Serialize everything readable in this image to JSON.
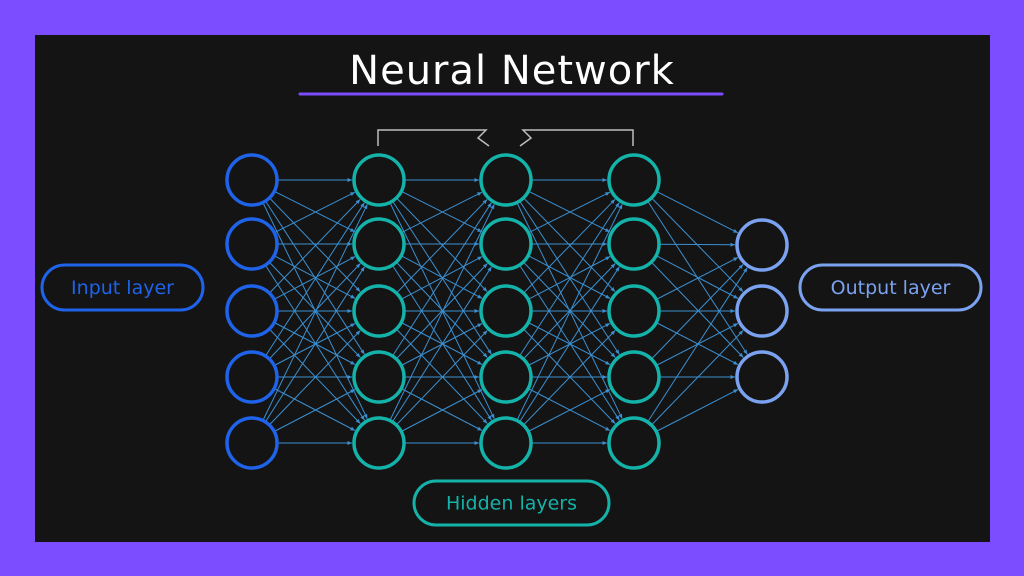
{
  "title": "Neural Network",
  "labels": {
    "input": "Input layer",
    "hidden": "Hidden layers",
    "output": "Output layer"
  },
  "colors": {
    "outer_frame": "#7c4dff",
    "background": "#141414",
    "title_underline": "#7c4dff",
    "input": "#1e63e9",
    "hidden": "#14b3aa",
    "output": "#7ba2f0",
    "edges": "#3b8fd0",
    "bracket": "#bdbdbd"
  },
  "layers": [
    {
      "name": "input",
      "nodes": 5
    },
    {
      "name": "hidden-1",
      "nodes": 5
    },
    {
      "name": "hidden-2",
      "nodes": 5
    },
    {
      "name": "hidden-3",
      "nodes": 5
    },
    {
      "name": "output",
      "nodes": 3
    }
  ]
}
